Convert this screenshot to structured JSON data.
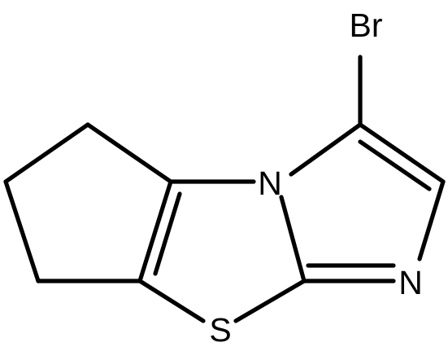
{
  "molecule": {
    "atoms": {
      "bromine": "Br",
      "nitrogen_bridge": "N",
      "nitrogen_imine": "N",
      "sulfur": "S"
    }
  }
}
